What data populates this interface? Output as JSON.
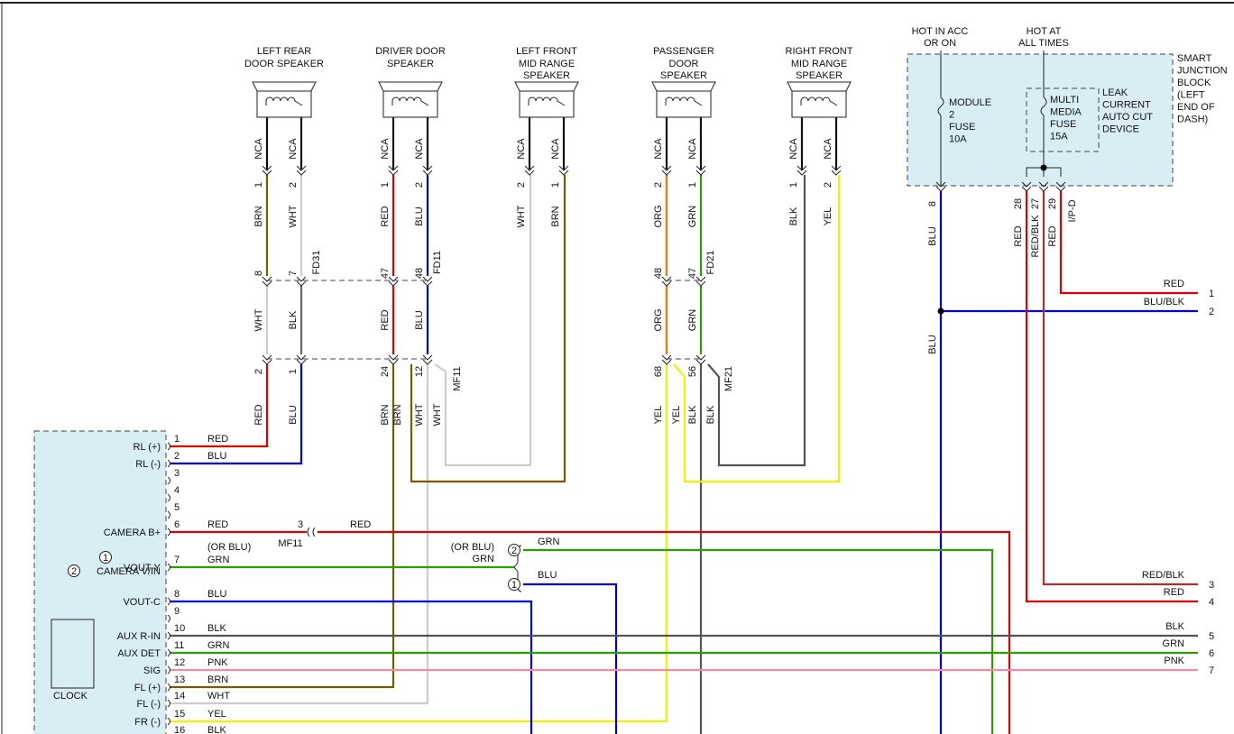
{
  "colors": {
    "BRN": "#7a5a00",
    "WHT": "#cccccc",
    "RED": "#e00000",
    "BLU": "#0000e0",
    "ORG": "#f07800",
    "GRN": "#2aa000",
    "BLK": "#555555",
    "YEL": "#f0f000",
    "PNK": "#f08ca0",
    "REDBLK": "#b03030",
    "BLUBLK": "#0000e0"
  },
  "speakers": [
    {
      "line1": "LEFT REAR",
      "line2": "DOOR SPEAKER",
      "line3": "",
      "pins": [
        {
          "nca": "NCA",
          "pin": "1",
          "color": "BRN",
          "pin2": "8",
          "color2": "WHT",
          "pin3": "2",
          "color3": "RED"
        },
        {
          "nca": "NCA",
          "pin": "2",
          "color": "WHT",
          "pin2": "7",
          "color2": "BLK",
          "pin3": "1",
          "color3": "BLU"
        }
      ],
      "conn": "FD31"
    },
    {
      "line1": "DRIVER DOOR",
      "line2": "SPEAKER",
      "line3": "",
      "pins": [
        {
          "nca": "NCA",
          "pin": "1",
          "color": "RED",
          "pin2": "47",
          "color2": "RED",
          "pin3": "24",
          "color3": "BRN"
        },
        {
          "nca": "NCA",
          "pin": "2",
          "color": "BLU",
          "pin2": "48",
          "color2": "BLU",
          "pin3": "12",
          "color3": "WHT"
        }
      ],
      "conn": "FD11"
    },
    {
      "line1": "LEFT FRONT",
      "line2": "MID RANGE",
      "line3": "SPEAKER",
      "pins": [
        {
          "nca": "NCA",
          "pin": "2",
          "color": "WHT"
        },
        {
          "nca": "NCA",
          "pin": "1",
          "color": "BRN"
        }
      ]
    },
    {
      "line1": "PASSENGER",
      "line2": "DOOR",
      "line3": "SPEAKER",
      "pins": [
        {
          "nca": "NCA",
          "pin": "2",
          "color": "ORG",
          "pin2": "48",
          "color2": "ORG",
          "pin3": "68",
          "color3": "YEL"
        },
        {
          "nca": "NCA",
          "pin": "1",
          "color": "GRN",
          "pin2": "47",
          "color2": "GRN",
          "pin3": "56",
          "color3": "BLK"
        }
      ],
      "conn": "FD21"
    },
    {
      "line1": "RIGHT FRONT",
      "line2": "MID RANGE",
      "line3": "SPEAKER",
      "pins": [
        {
          "nca": "NCA",
          "pin": "1",
          "color": "BLK"
        },
        {
          "nca": "NCA",
          "pin": "2",
          "color": "YEL"
        }
      ]
    }
  ],
  "mf11_label": "MF11",
  "mf21_label": "MF21",
  "extra_wht": "WHT",
  "extra_yel": "YEL",
  "extra_blk": "BLK",
  "junction": {
    "hot_acc": [
      "HOT IN ACC",
      "OR ON"
    ],
    "hot_always": [
      "HOT AT",
      "ALL TIMES"
    ],
    "title": [
      "SMART",
      "JUNCTION",
      "BLOCK",
      "(LEFT",
      "END OF",
      "DASH)"
    ],
    "fuse1": [
      "MODULE",
      "2",
      "FUSE",
      "10A"
    ],
    "fuse2": [
      "MULTI",
      "MEDIA",
      "FUSE",
      "15A"
    ],
    "leak": [
      "LEAK",
      "CURRENT",
      "AUTO CUT",
      "DEVICE"
    ],
    "pins": [
      {
        "pin": "8",
        "color": "BLU"
      },
      {
        "pin": "28",
        "color": "RED"
      },
      {
        "pin": "27",
        "color": "RED/BLK"
      },
      {
        "pin": "29",
        "color": "RED"
      }
    ],
    "ipd": "I/P-D",
    "blu_lower": "BLU"
  },
  "right_terminals": [
    {
      "label": "RED",
      "num": "1"
    },
    {
      "label": "BLU/BLK",
      "num": "2"
    },
    {
      "label": "RED/BLK",
      "num": "3"
    },
    {
      "label": "RED",
      "num": "4"
    },
    {
      "label": "BLK",
      "num": "5"
    },
    {
      "label": "GRN",
      "num": "6"
    },
    {
      "label": "PNK",
      "num": "7"
    }
  ],
  "radio": {
    "clock": "CLOCK",
    "circle2": "2",
    "pins": [
      {
        "num": "1",
        "name": "RL (+)",
        "color": "RED"
      },
      {
        "num": "2",
        "name": "RL (-)",
        "color": "BLU"
      },
      {
        "num": "3",
        "name": "",
        "color": ""
      },
      {
        "num": "4",
        "name": "",
        "color": ""
      },
      {
        "num": "5",
        "name": "",
        "color": ""
      },
      {
        "num": "6",
        "name": "CAMERA B+",
        "color": "RED"
      },
      {
        "num": "7",
        "name": "VOUT-Y",
        "color": "GRN"
      },
      {
        "num": "8",
        "name": "VOUT-C",
        "color": "BLU"
      },
      {
        "num": "9",
        "name": "",
        "color": ""
      },
      {
        "num": "10",
        "name": "AUX R-IN",
        "color": "BLK"
      },
      {
        "num": "11",
        "name": "AUX DET",
        "color": "GRN"
      },
      {
        "num": "12",
        "name": "SIG",
        "color": "PNK"
      },
      {
        "num": "13",
        "name": "FL (+)",
        "color": "BRN"
      },
      {
        "num": "14",
        "name": "FL (-)",
        "color": "WHT"
      },
      {
        "num": "15",
        "name": "FR (-)",
        "color": "YEL"
      },
      {
        "num": "16",
        "name": "",
        "color": "BLK"
      }
    ],
    "camera_vin": "CAMERA V/IN",
    "circle1": "1",
    "or_blu_left": "(OR BLU)",
    "mf11_conn": "MF11",
    "pin3": "3",
    "red_mid": "RED",
    "or_blu_mid": "(OR BLU)",
    "grn_mid": "GRN",
    "grn_right": "GRN",
    "blu_right": "BLU",
    "c2": "2",
    "c1": "1"
  }
}
